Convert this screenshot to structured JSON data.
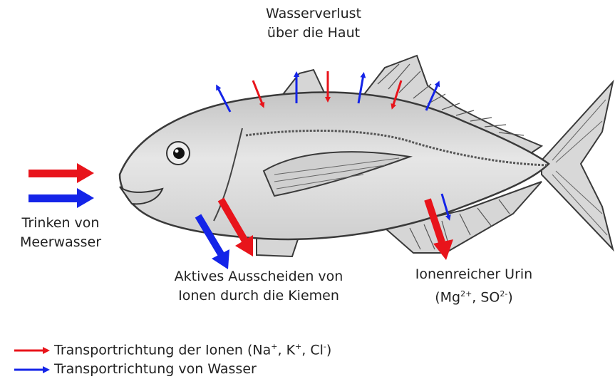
{
  "labels": {
    "water_loss": {
      "line1": "Wasserverlust",
      "line2": "über die Haut"
    },
    "drinking": {
      "line1": "Trinken von",
      "line2": "Meerwasser"
    },
    "gills": {
      "line1": "Aktives Ausscheiden von",
      "line2": "Ionen durch die Kiemen"
    },
    "urine": {
      "line1": "Ionenreicher Urin",
      "open": "(Mg",
      "mg_sup": "2+",
      "mid": ", SO",
      "so_sup": "2-",
      "close": ")"
    }
  },
  "legend": {
    "ions": {
      "text": "Transportrichtung der Ionen (Na",
      "na_sup": "+",
      "k": ", K",
      "k_sup": "+",
      "cl": ", Cl",
      "cl_sup": "-",
      "close": ")"
    },
    "water": {
      "text": "Transportrichtung von Wasser"
    }
  },
  "colors": {
    "ions": "#e8141b",
    "water": "#1424e8",
    "fish_body": "#dcdcdc",
    "outline": "#3a3a3a"
  }
}
